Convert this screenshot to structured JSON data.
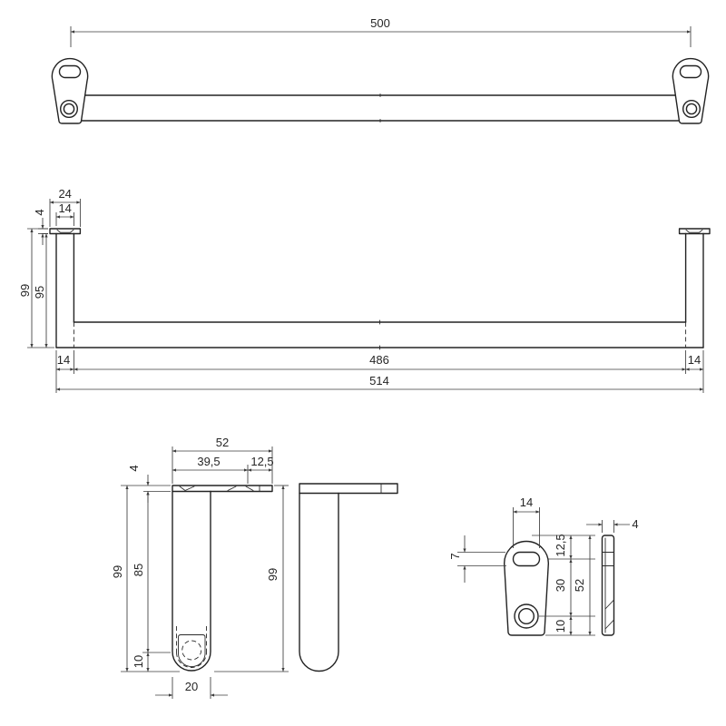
{
  "drawing": {
    "background": "#ffffff",
    "line_color": "#232323",
    "dim_color": "#3c3c3c",
    "views": {
      "top": {
        "length_500": "500"
      },
      "front": {
        "flange_width": "24",
        "post_width": "14",
        "flange_height": "4",
        "height_overall": "99",
        "height_post": "95",
        "end_left": "14",
        "span": "486",
        "end_right": "14",
        "length_overall": "514"
      },
      "side_section": {
        "depth_overall": "52",
        "depth_front": "39,5",
        "depth_back": "12,5",
        "flange_height": "4",
        "height_left": "99",
        "height_body": "85",
        "tip_height": "10",
        "height_right": "99",
        "bar_width": "20"
      },
      "bracket": {
        "slot_width": "14",
        "slot_height": "7",
        "top_to_slot": "12,5",
        "slot_to_hole": "30",
        "hole_to_bottom": "10",
        "height_overall": "52",
        "thickness": "4"
      }
    }
  }
}
